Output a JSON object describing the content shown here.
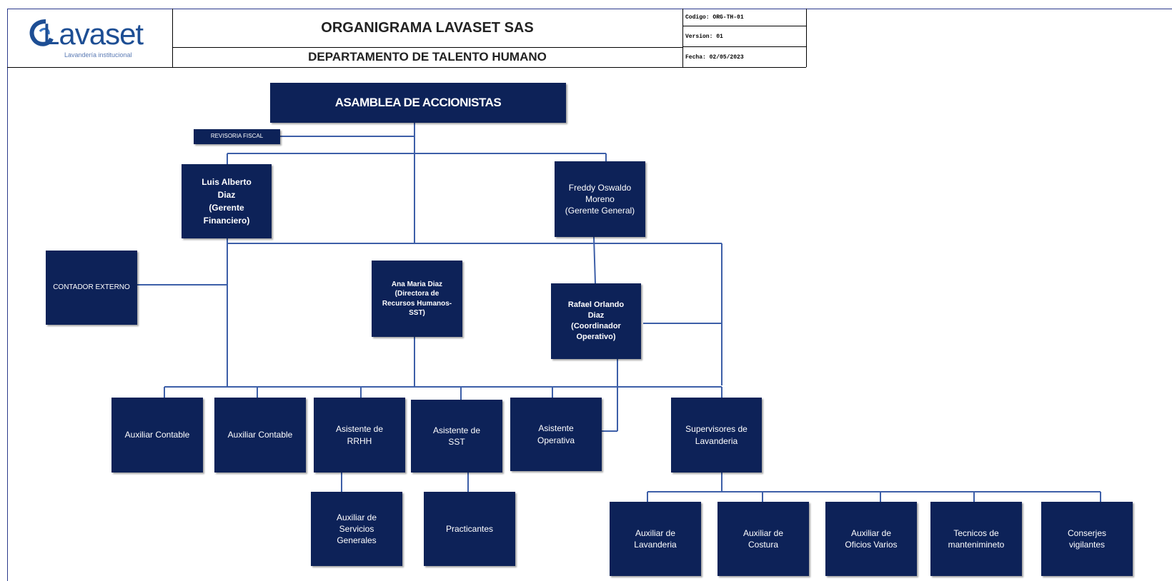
{
  "header": {
    "logo_text": "Lavaset",
    "logo_tagline": "Lavandería institucional",
    "title": "ORGANIGRAMA  LAVASET SAS",
    "department": "DEPARTAMENTO DE TALENTO HUMANO",
    "code": "Codigo: ORG-TH-01",
    "version": "Version: 01",
    "date": "Fecha: 02/05/2023"
  },
  "colors": {
    "box": "#0d2258",
    "line": "#3d5fa8",
    "logo": "#1d4e94"
  },
  "org": {
    "asamblea": "ASAMBLEA DE ACCIONISTAS",
    "revisoria": "REVISORIA FISCAL",
    "luis": "Luis Alberto\nDiaz\n(Gerente\nFinanciero)",
    "freddy": "Freddy Oswaldo\nMoreno\n(Gerente General)",
    "contador": "CONTADOR EXTERNO",
    "ana": "Ana Maria Diaz\n(Directora de\nRecursos Humanos-\nSST)",
    "rafael": "Rafael Orlando\nDiaz\n(Coordinador\nOperativo)",
    "aux_contable_1": "Auxiliar Contable",
    "aux_contable_2": "Auxiliar Contable",
    "asistente_rrhh": "Asistente de\nRRHH",
    "asistente_sst": "Asistente de\nSST",
    "asistente_operativa": "Asistente\nOperativa",
    "supervisores": "Supervisores de\nLavanderia",
    "aux_servicios": "Auxiliar de\nServicios\nGenerales",
    "practicantes": "Practicantes",
    "aux_lavanderia": "Auxiliar de\nLavanderia",
    "aux_costura": "Auxiliar de\nCostura",
    "aux_oficios": "Auxiliar de\nOficios Varios",
    "tecnicos": "Tecnicos de\nmantenimineto",
    "conserjes": "Conserjes\nvigilantes"
  }
}
